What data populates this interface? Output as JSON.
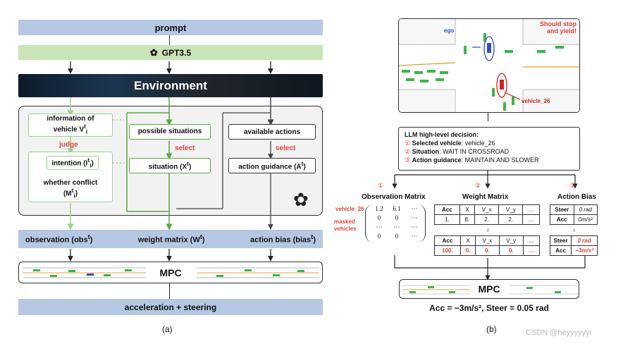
{
  "panel_a": {
    "prompt": "prompt",
    "gpt": "GPT3.5",
    "environment": "Environment",
    "info_vehicle_line1": "information of",
    "info_vehicle_line2": "vehicle V",
    "judge": "judge",
    "intention": "intention (I",
    "whether_conflict": "whether conflict",
    "conflict_sym": "(M",
    "ellipsis": "···",
    "possible_situations": "possible situations",
    "select": "select",
    "situation": "situation (X",
    "available_actions": "available actions",
    "action_guidance": "action guidance (A",
    "observation": "observation (obs",
    "weight_matrix": "weight matrix (W",
    "action_bias": "action bias (bias",
    "mpc": "MPC",
    "output": "acceleration + steering",
    "caption": "(a)"
  },
  "panel_b": {
    "ego": "ego",
    "should_stop": "Should stop",
    "and_yield": "and yield!",
    "vehicle_26": "vehicle_26",
    "decision_title": "LLM high-level decision:",
    "d1_key": "Selected vehicle",
    "d1_val": ": vehicle_26",
    "d2_key": "Situation",
    "d2_val": ": WAIT IN CROSSROAD",
    "d3_key": "Action guidance",
    "d3_val": ": MAINTAIN AND SLOWER",
    "num1": "①",
    "num2": "②",
    "num3": "③",
    "obs_title": "Observation Matrix",
    "weight_title": "Weight Matrix",
    "bias_title": "Action Bias",
    "veh26_label": "vehicle_26",
    "masked_label_1": "masked",
    "masked_label_2": "vehicles",
    "obs_rows": [
      [
        "1.2",
        "6.1",
        "···"
      ],
      [
        "0",
        "0",
        "···"
      ],
      [
        "···",
        "···",
        "···"
      ],
      [
        "0",
        "0",
        "···"
      ]
    ],
    "w_header": [
      "Acc",
      "X",
      "V_x",
      "V_y",
      "…"
    ],
    "w_row1": [
      "1.",
      "8.",
      "2.",
      "2.",
      "…"
    ],
    "w_row2": [
      "100.",
      "0.",
      "0.",
      "0.",
      "…"
    ],
    "bias1": [
      [
        "Steer",
        "0 rad"
      ],
      [
        "Acc",
        "0m/s²"
      ]
    ],
    "bias2": [
      [
        "Steer",
        "0 rad"
      ],
      [
        "Acc",
        "−3m/s²"
      ]
    ],
    "mpc": "MPC",
    "result": "Acc = −3m/s², Steer = 0.05 rad",
    "caption": "(b)"
  },
  "watermark": "CSDN @heyyyyyyi",
  "colors": {
    "blue_bar": "#b6c7e3",
    "green_bar": "#c8e4b8",
    "green_line": "#5aa544",
    "red": "#e0413a"
  }
}
